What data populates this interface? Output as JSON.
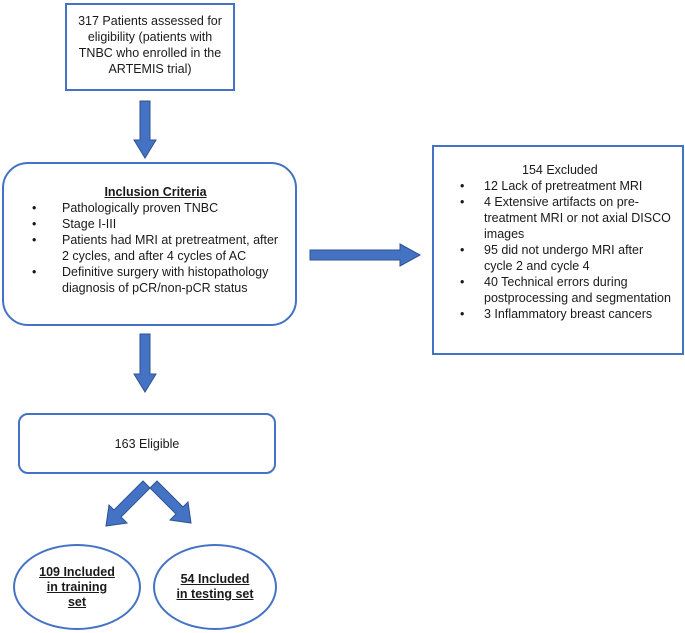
{
  "eligibility": {
    "text": "317 Patients assessed for eligibility (patients with TNBC who enrolled in the ARTEMIS trial)"
  },
  "inclusion": {
    "title": "Inclusion Criteria",
    "items": [
      "Pathologically proven TNBC",
      "Stage I-III",
      "Patients had MRI at pretreatment, after 2 cycles, and after 4 cycles of AC",
      "Definitive surgery with histopathology diagnosis of pCR/non-pCR status"
    ]
  },
  "excluded": {
    "title": "154 Excluded",
    "items": [
      "12 Lack of pretreatment MRI",
      "4 Extensive artifacts on pre-treatment MRI or not axial DISCO images",
      "95 did not undergo MRI after cycle 2 and cycle 4",
      "40 Technical errors during postprocessing and segmentation",
      "3 Inflammatory breast cancers"
    ]
  },
  "eligible": {
    "text": "163 Eligible"
  },
  "training": {
    "text": "109 Included in training set"
  },
  "testing": {
    "text": "54 Included in testing set"
  },
  "colors": {
    "border": "#4472c4",
    "arrow": "#4472c4",
    "arrow_edge": "#2f528f"
  }
}
